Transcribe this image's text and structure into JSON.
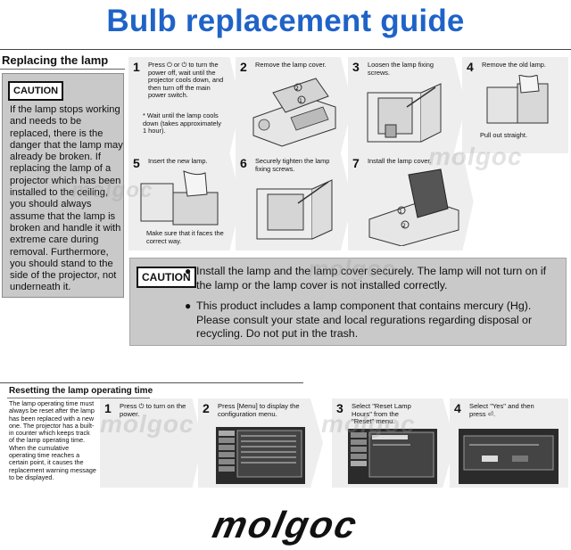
{
  "title": "Bulb replacement guide",
  "replacing": {
    "heading": "Replacing the lamp",
    "caution_label": "CAUTION",
    "caution_text": "If the lamp stops working and needs to be replaced, there is the danger that the lamp may already be broken. If replacing the lamp of a projector which has been installed to the ceiling, you should always assume that the lamp is broken and handle it with extreme care during removal. Furthermore, you should stand to the side of the projector, not underneath it.",
    "steps": [
      {
        "num": "1",
        "text": "Press ⏻ or ⏻ to turn the power off, wait until the projector cools down, and then turn off the main power switch.",
        "sub": "* Wait until the lamp cools down (takes approximately 1 hour)."
      },
      {
        "num": "2",
        "text": "Remove the lamp cover.",
        "sub": ""
      },
      {
        "num": "3",
        "text": "Loosen the lamp fixing screws.",
        "sub": ""
      },
      {
        "num": "4",
        "text": "Remove the old lamp.",
        "sub": "Pull out straight."
      },
      {
        "num": "5",
        "text": "Insert the new lamp.",
        "sub": "Make sure that it faces the correct way."
      },
      {
        "num": "6",
        "text": "Securely tighten the lamp fixing screws.",
        "sub": ""
      },
      {
        "num": "7",
        "text": "Install the lamp cover.",
        "sub": ""
      }
    ],
    "caution_main_label": "CAUTION",
    "bullets": [
      "Install the lamp and the lamp cover securely. The lamp will not turn on if the lamp or the lamp cover is not installed correctly.",
      "This product includes a lamp component that contains mercury (Hg). Please consult your state and local regurations regarding disposal or recycling. Do not put in the trash."
    ]
  },
  "resetting": {
    "heading": "Resetting the lamp operating time",
    "text": "The lamp operating time must always be reset after the lamp has been replaced with a new one. The projector has a built-in counter which keeps track of the lamp operating time. When the cumulative operating time reaches a certain point, it causes the replacement warning message to be displayed.",
    "steps": [
      {
        "num": "1",
        "text": "Press ⏻ to turn on the power."
      },
      {
        "num": "2",
        "text": "Press [Menu] to display the configuration menu."
      },
      {
        "num": "3",
        "text": "Select \"Reset Lamp Hours\" from the \"Reset\" menu."
      },
      {
        "num": "4",
        "text": "Select \"Yes\" and then press ⏎."
      }
    ]
  },
  "watermark": "molgoc",
  "brand": "molgoc",
  "colors": {
    "title": "#1f63c8",
    "panel": "#c9c9c9",
    "step_bg": "#eeeeee"
  }
}
